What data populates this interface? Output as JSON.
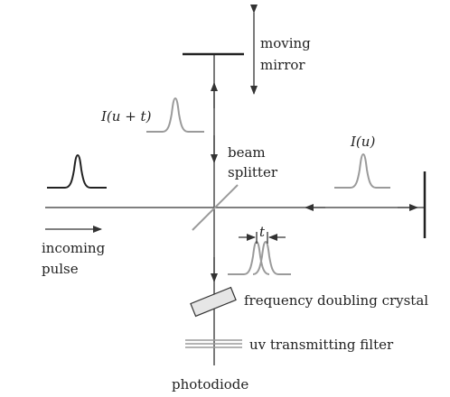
{
  "labels": {
    "moving_mirror_line1": "moving",
    "moving_mirror_line2": "mirror",
    "beam_splitter_line1": "beam",
    "beam_splitter_line2": "splitter",
    "incoming_pulse_line1": "incoming",
    "incoming_pulse_line2": "pulse",
    "delayed_pulse": "I(u + t)",
    "reflected_pulse": "I(u)",
    "delay": "t",
    "crystal": "frequency doubling crystal",
    "filter": "uv transmitting filter",
    "detector": "photodiode"
  },
  "colors": {
    "line": "#333333",
    "pulse_incoming": "#222222",
    "pulse_gray": "#9a9a9a",
    "crystal_fill": "#e6e6e6",
    "filter_line": "#9a9a9a"
  }
}
